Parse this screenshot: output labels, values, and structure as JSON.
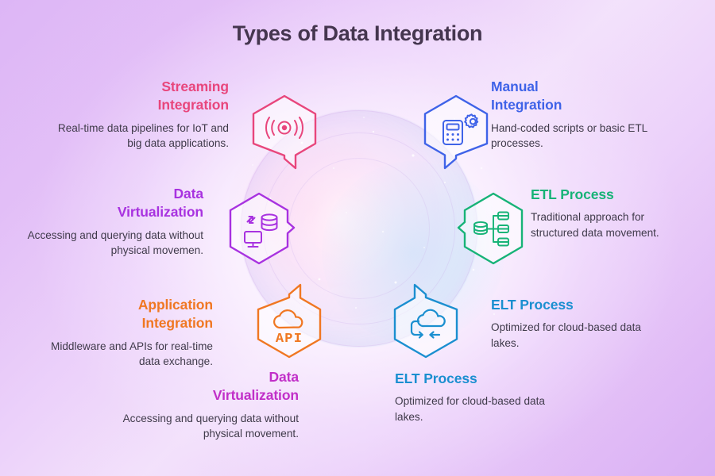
{
  "page": {
    "title": "Types of Data Integration",
    "title_color": "#45364f",
    "background_colors": {
      "edge_lavender": "#ddb6f6",
      "center_glow": "#fdf6ff"
    }
  },
  "items": [
    {
      "id": "streaming-integration",
      "title": "Streaming Integration",
      "title_line1": "Streaming",
      "title_line2": "Integration",
      "description": "Real-time data pipelines for IoT and big data applications.",
      "color": "#e8467c",
      "icon": "broadcast-signal-icon",
      "text_align": "right",
      "tail": "bottom-right"
    },
    {
      "id": "manual-integration",
      "title": "Manual Integration",
      "title_line1": "Manual",
      "title_line2": "Integration",
      "description": "Hand-coded scripts or basic ETL processes.",
      "color": "#3f63e8",
      "icon": "calculator-gear-icon",
      "text_align": "left",
      "tail": "bottom-left"
    },
    {
      "id": "data-virtualization",
      "title": "Data Virtualization",
      "title_line1": "Data",
      "title_line2": "Virtualization",
      "description": "Accessing and querying data without physical movemen.",
      "color": "#a832e0",
      "icon": "monitor-database-sync-icon",
      "text_align": "right",
      "tail": "right"
    },
    {
      "id": "etl-process",
      "title": "ETL Process",
      "title_line1": "ETL Process",
      "title_line2": "",
      "description": "Traditional approach for structured data movement.",
      "color": "#17b377",
      "icon": "database-branch-icon",
      "text_align": "left",
      "tail": "left"
    },
    {
      "id": "application-integration",
      "title": "Application Integration",
      "title_line1": "Application",
      "title_line2": "Integration",
      "description": "Middleware and APIs for real-time data exchange.",
      "color": "#f07722",
      "icon": "cloud-api-icon",
      "icon_label": "API",
      "text_align": "right",
      "tail": "top-right"
    },
    {
      "id": "elt-process",
      "title": "ELT Process",
      "title_line1": "ELT Process",
      "title_line2": "",
      "description": "Optimized for cloud-based data lakes.",
      "color": "#1b8fd0",
      "icon": "cloud-arrows-icon",
      "text_align": "left",
      "tail": "top-left"
    },
    {
      "id": "data-virtualization-2",
      "title": "Data Virtualization",
      "title_line1": "Data",
      "title_line2": "Virtualization",
      "description": "Accessing and querying data without physical movement.",
      "color": "#c12fc8",
      "icon": "",
      "text_align": "right",
      "tail": ""
    },
    {
      "id": "elt-process-2",
      "title": "ELT Process",
      "title_line1": "ELT Process",
      "title_line2": "",
      "description": "Optimized for cloud-based data lakes.",
      "color": "#1b8fd0",
      "icon": "",
      "text_align": "left",
      "tail": ""
    }
  ]
}
